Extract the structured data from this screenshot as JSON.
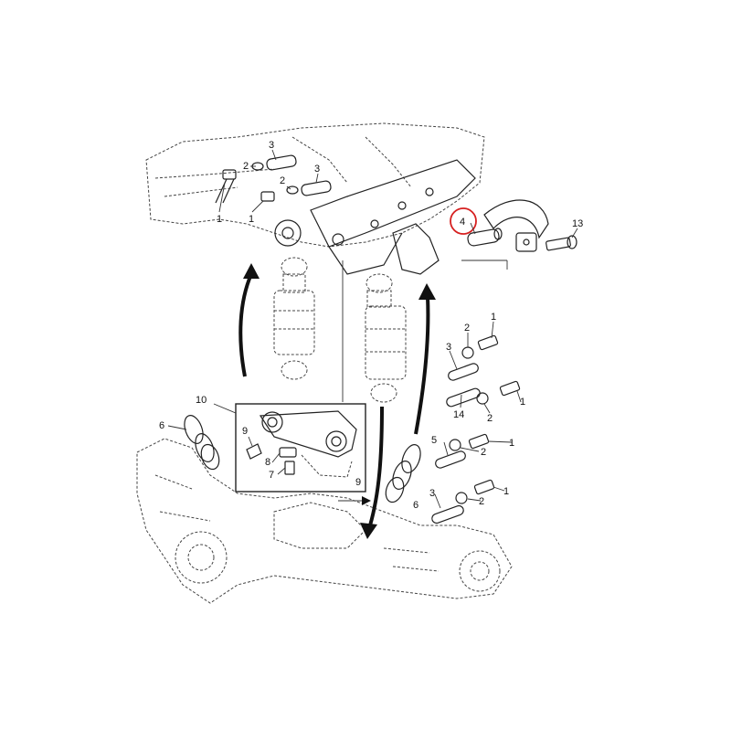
{
  "diagram": {
    "highlight_color": "#d62020",
    "callouts": [
      {
        "id": "c1a",
        "label": "1"
      },
      {
        "id": "c1b",
        "label": "1"
      },
      {
        "id": "c2a",
        "label": "2"
      },
      {
        "id": "c2b",
        "label": "2"
      },
      {
        "id": "c3a",
        "label": "3"
      },
      {
        "id": "c3b",
        "label": "3"
      },
      {
        "id": "c4",
        "label": "4"
      },
      {
        "id": "c13",
        "label": "13"
      },
      {
        "id": "c10",
        "label": "10"
      },
      {
        "id": "c6a",
        "label": "6"
      },
      {
        "id": "c9a",
        "label": "9"
      },
      {
        "id": "c8",
        "label": "8"
      },
      {
        "id": "c7",
        "label": "7"
      },
      {
        "id": "c9b",
        "label": "9"
      },
      {
        "id": "c2c",
        "label": "2"
      },
      {
        "id": "c1c",
        "label": "1"
      },
      {
        "id": "c3c",
        "label": "3"
      },
      {
        "id": "c14",
        "label": "14"
      },
      {
        "id": "c2d",
        "label": "2"
      },
      {
        "id": "c1d",
        "label": "1"
      },
      {
        "id": "c5",
        "label": "5"
      },
      {
        "id": "c2e",
        "label": "2"
      },
      {
        "id": "c1e",
        "label": "1"
      },
      {
        "id": "c6b",
        "label": "6"
      },
      {
        "id": "c3d",
        "label": "3"
      },
      {
        "id": "c2f",
        "label": "2"
      },
      {
        "id": "c1f",
        "label": "1"
      }
    ]
  }
}
